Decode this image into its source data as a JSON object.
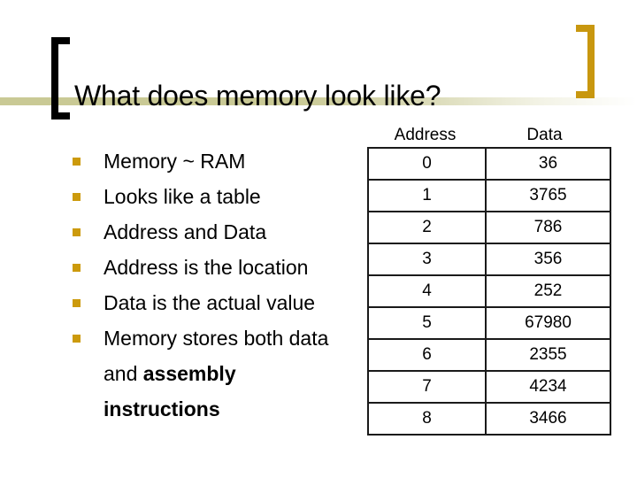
{
  "slide": {
    "title": "What does memory look like?",
    "colors": {
      "bracket_left": "#000000",
      "bracket_right": "#c8970f",
      "title_rule": "#c9c995",
      "bullet_marker": "#cc9a0c",
      "table_border": "#1a1a1a",
      "text": "#000000",
      "background": "#ffffff"
    },
    "bullets": [
      {
        "text": "Memory ~ RAM",
        "bold_suffix": ""
      },
      {
        "text": "Looks like a table",
        "bold_suffix": ""
      },
      {
        "text": "Address and Data",
        "bold_suffix": ""
      },
      {
        "text": "Address is the location",
        "bold_suffix": ""
      },
      {
        "text": "Data is the actual value",
        "bold_suffix": ""
      },
      {
        "text": "Memory stores both data and ",
        "bold_suffix": "assembly instructions"
      }
    ],
    "table": {
      "headers": [
        "Address",
        "Data"
      ],
      "rows": [
        {
          "address": "0",
          "data": "36"
        },
        {
          "address": "1",
          "data": "3765"
        },
        {
          "address": "2",
          "data": "786"
        },
        {
          "address": "3",
          "data": "356"
        },
        {
          "address": "4",
          "data": "252"
        },
        {
          "address": "5",
          "data": "67980"
        },
        {
          "address": "6",
          "data": "2355"
        },
        {
          "address": "7",
          "data": "4234"
        },
        {
          "address": "8",
          "data": "3466"
        }
      ]
    }
  }
}
